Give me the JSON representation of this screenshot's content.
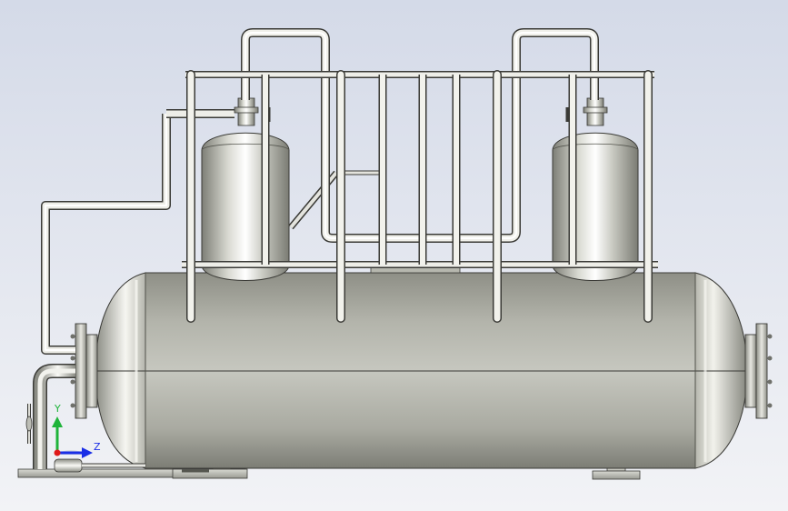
{
  "viewport": {
    "background_top": "#d4dae8",
    "background_bottom": "#f2f3f6"
  },
  "model": {
    "parts": [
      "horizontal-vessel",
      "left-dome-vessel",
      "right-dome-vessel",
      "handrail",
      "ladder",
      "piping",
      "saddle-supports",
      "nozzle-flanges",
      "base-plate",
      "valves"
    ]
  },
  "triad": {
    "y_label": "Y",
    "z_label": "Z",
    "y_color": "#1fb43a",
    "z_color": "#1a2ee6",
    "x_color": "#e01a1a"
  }
}
